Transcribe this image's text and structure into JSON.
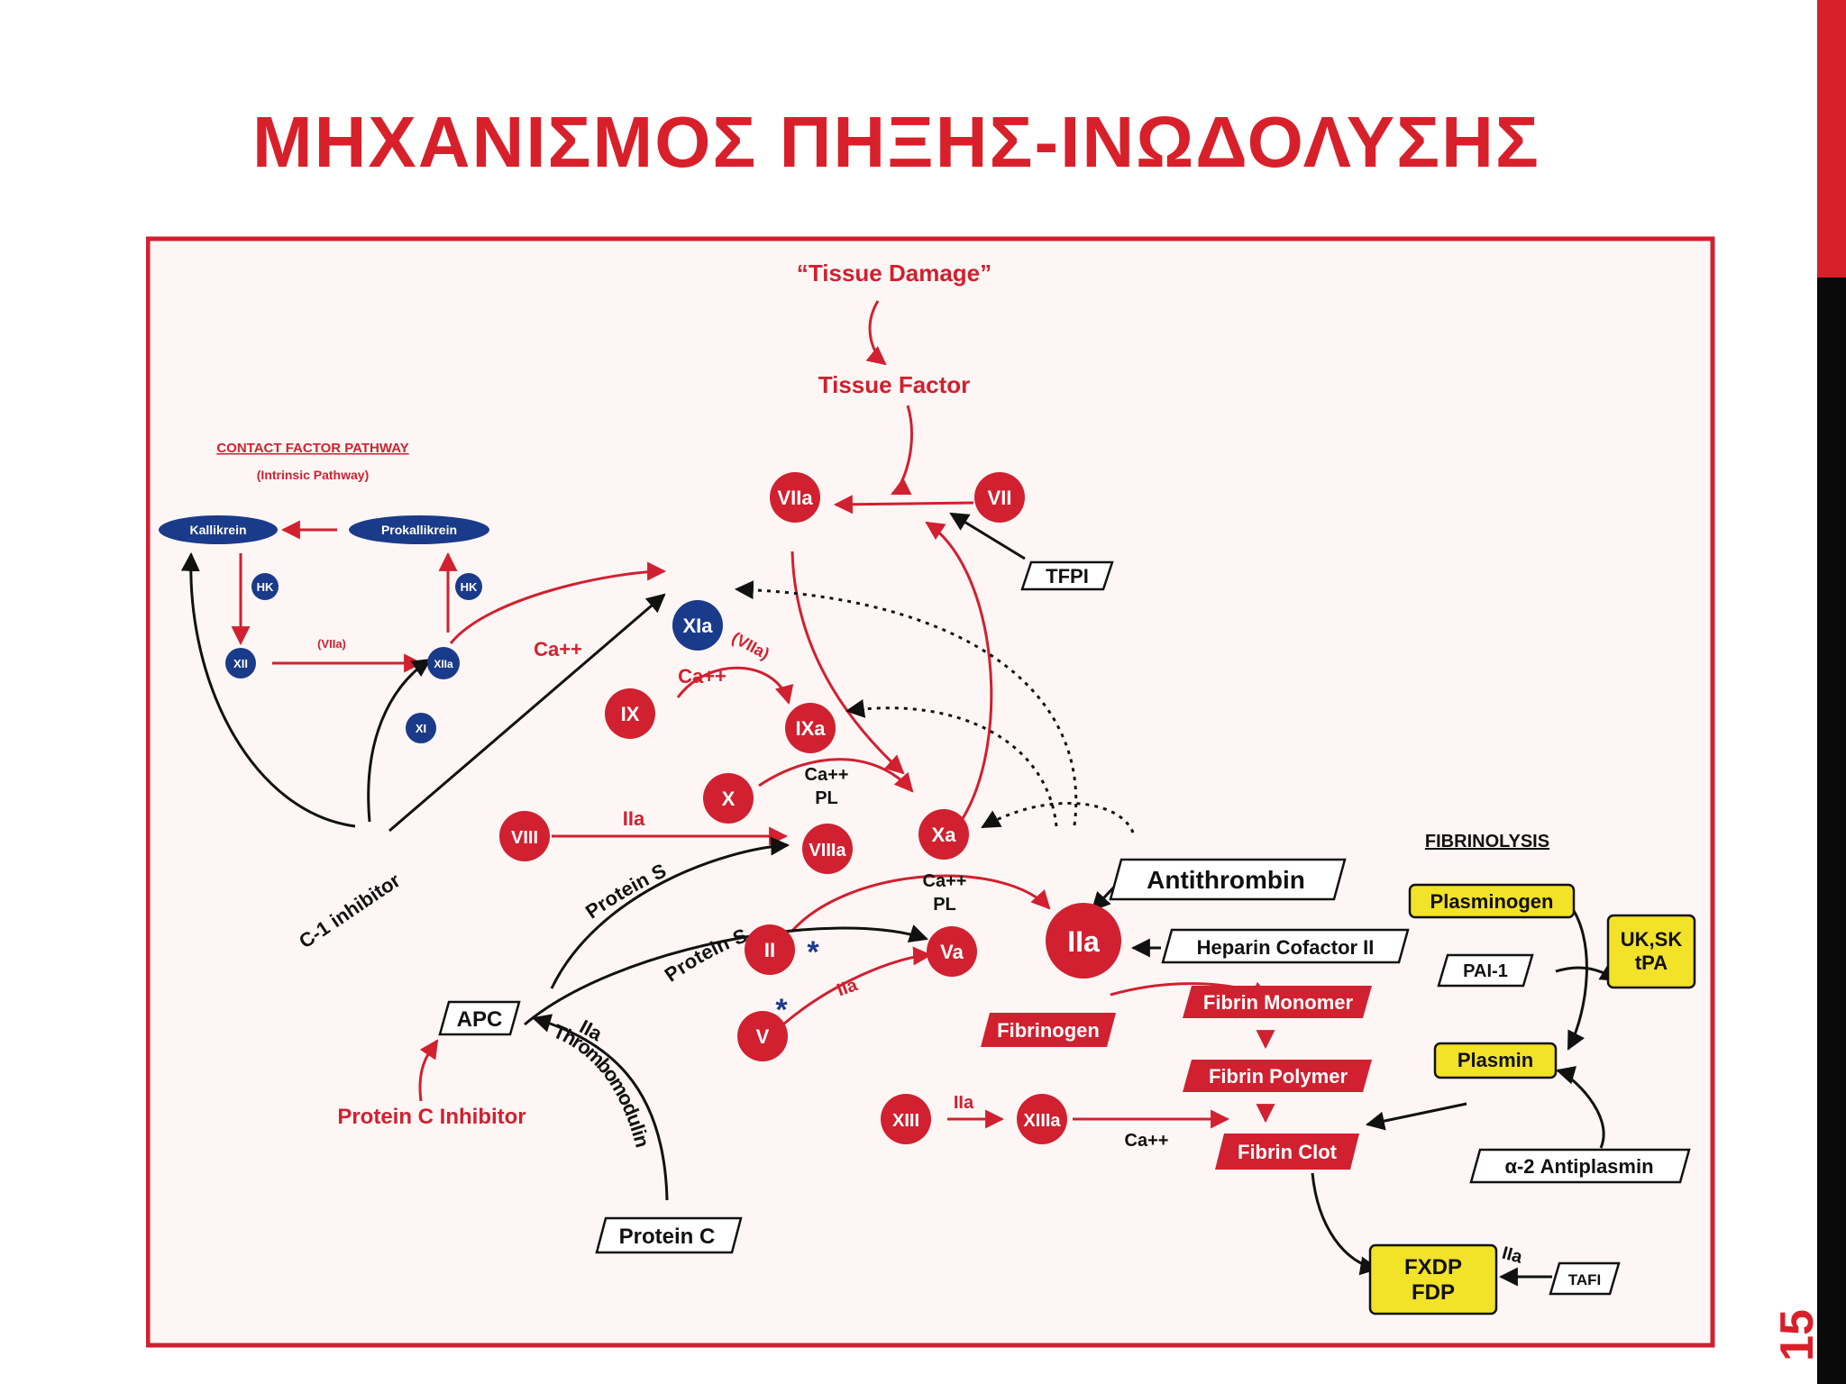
{
  "slide": {
    "title": "ΜΗΧΑΝΙΣΜΟΣ ΠΗΞΗΣ-ΙΝΩΔΟΛΥΣΗΣ",
    "number": "15",
    "colors": {
      "accent": "#d8202a",
      "sidebar_dark": "#0a0a0a"
    }
  },
  "diagram": {
    "colors": {
      "red": "#d1202f",
      "navy": "#1a3a8a",
      "yellow": "#f2e228",
      "black": "#111111"
    },
    "contact": {
      "title": "CONTACT FACTOR PATHWAY",
      "subtitle": "(Intrinsic Pathway)",
      "kallikrein": "Kallikrein",
      "prokallikrein": "Prokallikrein",
      "hk_left": "HK",
      "hk_right": "HK",
      "xii": "XII",
      "xiia": "XIIa",
      "xi": "XI",
      "vila_label": "(VIIa)"
    },
    "coag": {
      "tissue_damage": "“Tissue Damage”",
      "tissue_factor": "Tissue Factor",
      "viia": "VIIa",
      "vii": "VII",
      "tfpi": "TFPI",
      "xia": "XIa",
      "ix": "IX",
      "ixa": "IXa",
      "x": "X",
      "xa": "Xa",
      "viii": "VIII",
      "viiia": "VIIIa",
      "ii": "II",
      "va": "Va",
      "v": "V",
      "iia_big": "IIa",
      "xiii": "XIII",
      "xiiia": "XIIIa",
      "ca_xia": "Ca++",
      "ca_ix": "Ca++",
      "vila_ix": "(VIIa)",
      "ca_x": "Ca++",
      "pl_x": "PL",
      "ca_xa": "Ca++",
      "pl_xa": "PL",
      "iia_viii": "IIa",
      "iia_v": "IIa",
      "iia_xiii": "IIa",
      "ca_xiiia": "Ca++",
      "star": "*"
    },
    "regulation": {
      "c1_inhibitor": "C-1 inhibitor",
      "protein_s_1": "Protein S",
      "protein_s_2": "Protein S",
      "apc": "APC",
      "protein_c_inhibitor": "Protein C Inhibitor",
      "iia_thrombo": "IIa",
      "thrombomodulin": "Thrombomodulin",
      "protein_c": "Protein C",
      "antithrombin": "Antithrombin",
      "heparin_cofactor": "Heparin Cofactor II"
    },
    "fibrin": {
      "fibrinogen": "Fibrinogen",
      "monomer": "Fibrin Monomer",
      "polymer": "Fibrin Polymer",
      "clot": "Fibrin Clot"
    },
    "fibrinolysis": {
      "title": "FIBRINOLYSIS",
      "plasminogen": "Plasminogen",
      "uksk": "UK,SK",
      "tpa": "tPA",
      "pai1": "PAI-1",
      "plasmin": "Plasmin",
      "antiplasmin": "α-2 Antiplasmin",
      "fxdp": "FXDP",
      "fdp": "FDP",
      "iia_tafi": "IIa",
      "tafi": "TAFI"
    }
  }
}
